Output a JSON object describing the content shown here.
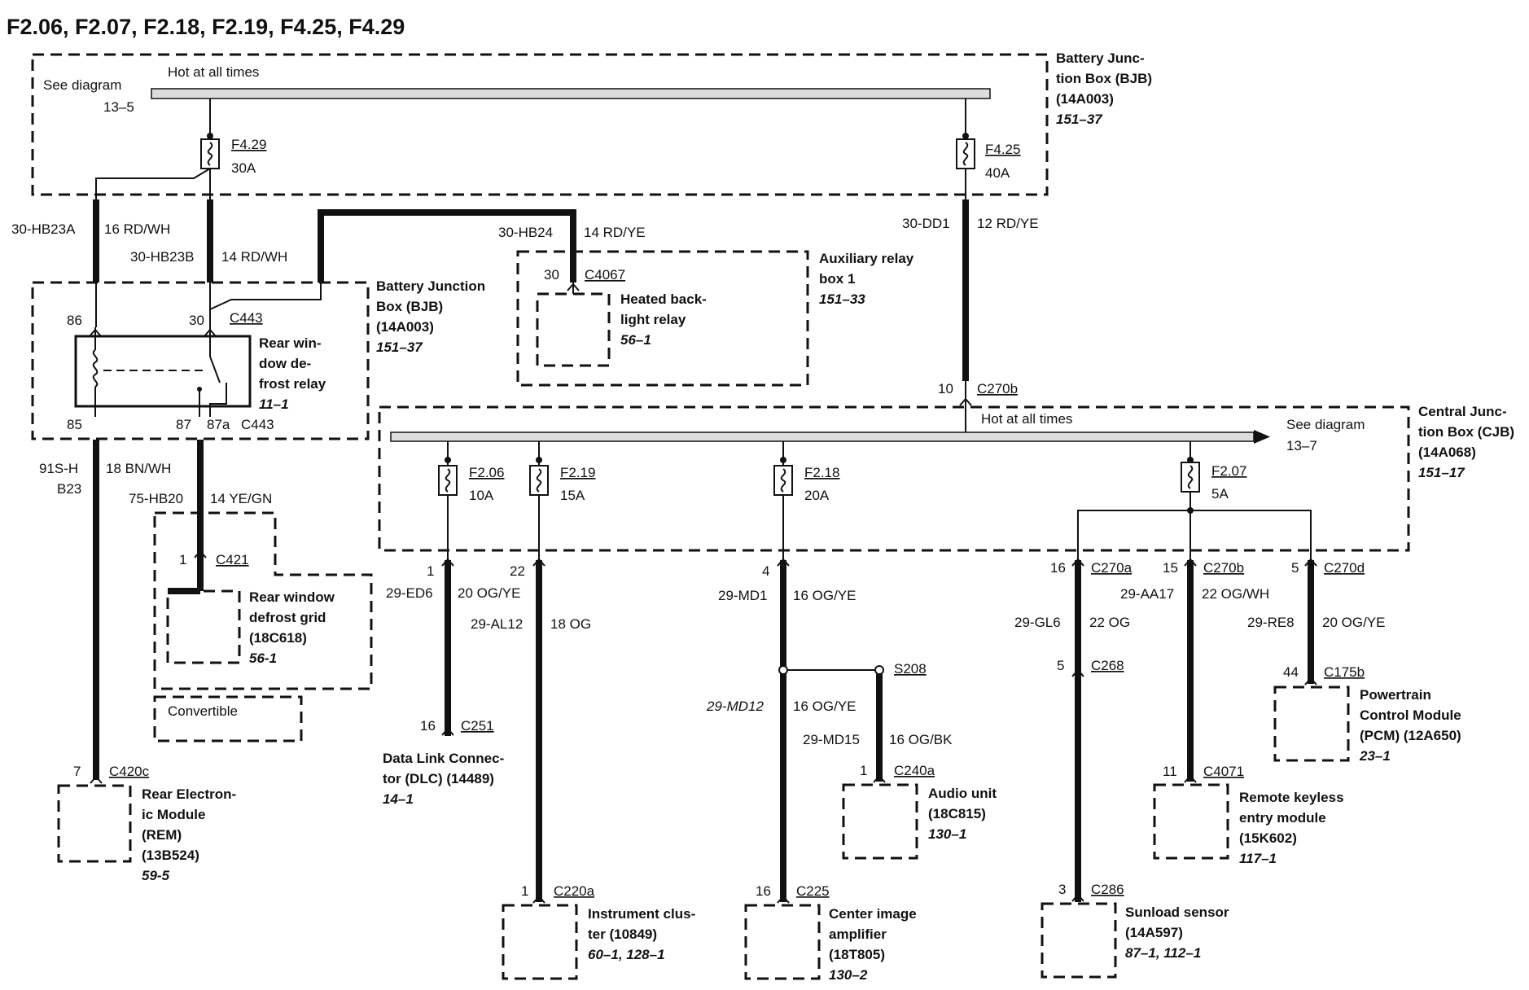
{
  "title": "F2.06, F2.07, F2.18, F2.19, F4.25, F4.29",
  "bjb_top": {
    "see_diagram": "See diagram",
    "see_diagram_ref": "13–5",
    "hot_label": "Hot at all times",
    "name_lines": [
      "Battery Junc-",
      "tion Box (BJB)",
      "(14A003)"
    ],
    "ref": "151–37"
  },
  "fuses": {
    "f429": {
      "id": "F4.29",
      "amps": "30A"
    },
    "f425": {
      "id": "F4.25",
      "amps": "40A"
    },
    "f206": {
      "id": "F2.06",
      "amps": "10A"
    },
    "f219": {
      "id": "F2.19",
      "amps": "15A"
    },
    "f218": {
      "id": "F2.18",
      "amps": "20A"
    },
    "f207": {
      "id": "F2.07",
      "amps": "5A"
    }
  },
  "wires": {
    "w_hb23a": {
      "circuit": "30-HB23A",
      "gauge": "16 RD/WH"
    },
    "w_hb23b": {
      "circuit": "30-HB23B",
      "gauge": "14 RD/WH"
    },
    "w_hb24": {
      "circuit": "30-HB24",
      "gauge": "14 RD/YE"
    },
    "w_dd1": {
      "circuit": "30-DD1",
      "gauge": "12 RD/YE"
    },
    "w_91s": {
      "circuit": "91S-H",
      "circuit2": "B23",
      "gauge": "18 BN/WH"
    },
    "w_hb20": {
      "circuit": "75-HB20",
      "gauge": "14 YE/GN"
    },
    "w_ed6": {
      "circuit": "29-ED6",
      "gauge": "20 OG/YE"
    },
    "w_al12": {
      "circuit": "29-AL12",
      "gauge": "18 OG"
    },
    "w_md1": {
      "circuit": "29-MD1",
      "gauge": "16 OG/YE"
    },
    "w_md12": {
      "circuit": "29-MD12",
      "gauge": "16 OG/YE"
    },
    "w_md15": {
      "circuit": "29-MD15",
      "gauge": "16 OG/BK"
    },
    "w_gl6": {
      "circuit": "29-GL6",
      "gauge": "22 OG"
    },
    "w_aa17": {
      "circuit": "29-AA17",
      "gauge": "22 OG/WH"
    },
    "w_re8": {
      "circuit": "29-RE8",
      "gauge": "20 OG/YE"
    }
  },
  "bjb_relay": {
    "pin86": "86",
    "pin30": "30",
    "conn_top": "C443",
    "pin85": "85",
    "pin87": "87",
    "pin87a": "87a",
    "conn_bot": "C443",
    "relay_lines": [
      "Rear win-",
      "dow de-",
      "frost relay"
    ],
    "relay_ref": "11–1",
    "box_lines": [
      "Battery Junction",
      "Box (BJB)",
      "(14A003)"
    ],
    "box_ref": "151–37"
  },
  "aux_relay": {
    "pin": "30",
    "conn": "C4067",
    "relay_lines": [
      "Heated back-",
      "light relay"
    ],
    "relay_ref": "56–1",
    "box_lines": [
      "Auxiliary relay",
      "box 1"
    ],
    "box_ref": "151–33"
  },
  "cjb": {
    "in_pin": "10",
    "in_conn": "C270b",
    "hot_label": "Hot at all times",
    "see_diagram": "See diagram",
    "see_diagram_ref": "13–7",
    "name_lines": [
      "Central Junc-",
      "tion Box (CJB)",
      "(14A068)"
    ],
    "ref": "151–17"
  },
  "grid": {
    "pin": "1",
    "conn": "C421",
    "name_lines": [
      "Rear window",
      "defrost grid",
      "(18C618)"
    ],
    "ref": "56-1",
    "option": "Convertible"
  },
  "rem": {
    "pin": "7",
    "conn": "C420c",
    "name_lines": [
      "Rear Electron-",
      "ic Module",
      "(REM)",
      "(13B524)"
    ],
    "ref": "59-5"
  },
  "dlc": {
    "out_pin": "1",
    "pin": "16",
    "conn": "C251",
    "name_lines": [
      "Data Link Connec-",
      "tor (DLC) (14489)"
    ],
    "ref": "14–1"
  },
  "cluster": {
    "out_pin": "22",
    "pin": "1",
    "conn": "C220a",
    "name_lines": [
      "Instrument clus-",
      "ter (10849)"
    ],
    "ref": "60–1, 128–1"
  },
  "amp": {
    "out_pin": "4",
    "splice": "S208",
    "pin": "16",
    "conn": "C225",
    "name_lines": [
      "Center image",
      "amplifier",
      "(18T805)"
    ],
    "ref": "130–2"
  },
  "audio": {
    "pin": "1",
    "conn": "C240a",
    "name_lines": [
      "Audio unit",
      "(18C815)"
    ],
    "ref": "130–1"
  },
  "sunload": {
    "out_pin": "16",
    "out_conn": "C270a",
    "mid_pin": "5",
    "mid_conn": "C268",
    "pin": "3",
    "conn": "C286",
    "name_lines": [
      "Sunload sensor",
      "(14A597)"
    ],
    "ref": "87–1, 112–1"
  },
  "rke": {
    "out_pin": "15",
    "out_conn": "C270b",
    "pin": "11",
    "conn": "C4071",
    "name_lines": [
      "Remote keyless",
      "entry module",
      "(15K602)"
    ],
    "ref": "117–1"
  },
  "pcm": {
    "out_pin": "5",
    "out_conn": "C270d",
    "pin": "44",
    "conn": "C175b",
    "name_lines": [
      "Powertrain",
      "Control Module",
      "(PCM) (12A650)"
    ],
    "ref": "23–1"
  }
}
